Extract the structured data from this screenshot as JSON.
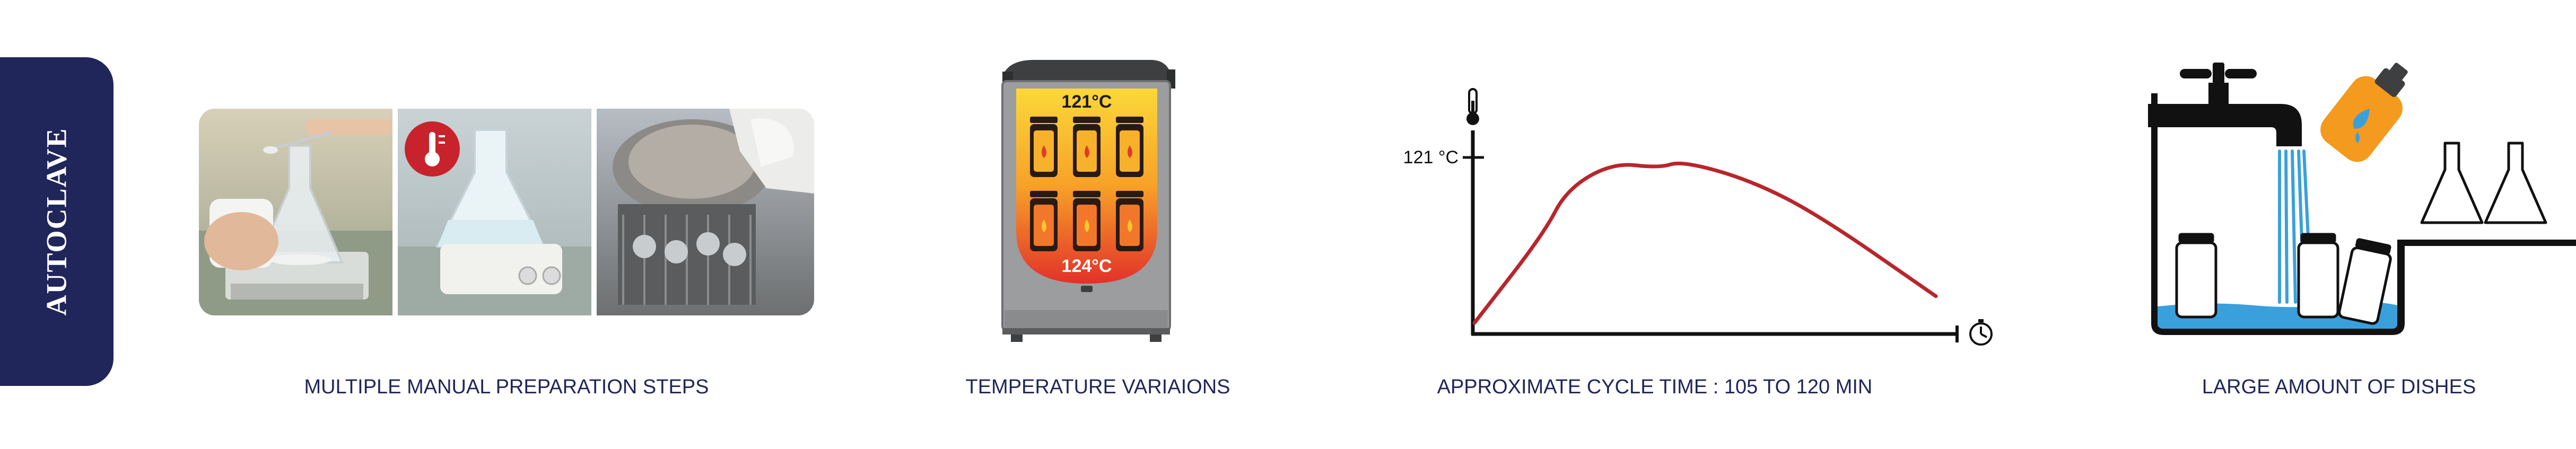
{
  "sidebar": {
    "label": "AUTOCLAVE"
  },
  "panels": [
    {
      "caption": "MULTIPLE MANUAL PREPARATION STEPS"
    },
    {
      "caption": "TEMPERATURE VARIAIONS",
      "top_temp": "121°C",
      "bottom_temp": "124°C"
    },
    {
      "caption": "APPROXIMATE CYCLE TIME : 105 TO 120 MIN",
      "y_tick": "121 °C"
    },
    {
      "caption": "LARGE AMOUNT OF DISHES"
    }
  ],
  "chart_data": {
    "type": "line",
    "title": "",
    "xlabel": "",
    "ylabel": "",
    "y_ticks": [
      "121 °C"
    ],
    "x": [
      0,
      0.15,
      0.2,
      0.3,
      0.4,
      0.45,
      0.6,
      0.75,
      1.0
    ],
    "y": [
      0.05,
      0.55,
      0.8,
      0.95,
      0.92,
      0.96,
      0.85,
      0.65,
      0.2
    ],
    "series": [
      {
        "values": [
          0.05,
          0.55,
          0.8,
          0.95,
          0.92,
          0.96,
          0.85,
          0.65,
          0.2
        ]
      }
    ],
    "colors": {
      "line": "#b8262b",
      "axis": "#111111"
    }
  },
  "colors": {
    "brand_navy": "#20265a",
    "accent_red": "#c8232c",
    "water_blue": "#3aa0dc",
    "bottle_orange": "#f39a1f"
  },
  "icons": [
    "thermometer-icon",
    "clock-icon",
    "faucet-icon",
    "detergent-bottle-icon"
  ]
}
